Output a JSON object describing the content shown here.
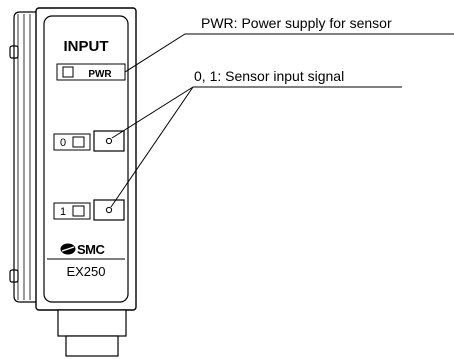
{
  "module": {
    "title": "INPUT",
    "pwr_label": "PWR",
    "input_0_label": "0",
    "input_1_label": "1",
    "brand": "SMC",
    "model": "EX250"
  },
  "callouts": {
    "pwr": "PWR: Power supply for sensor",
    "signal": "0, 1: Sensor input signal"
  }
}
